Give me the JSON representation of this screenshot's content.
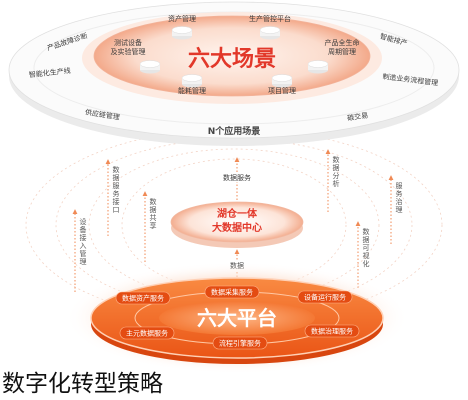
{
  "diagram": {
    "top_platform": {
      "title": "六大场景",
      "labels": [
        "资产管理",
        "生产管控平台",
        "测试设备",
        "及实验管理",
        "产品全生命",
        "周期管理",
        "产品故障诊断",
        "智能排产",
        "智能化生产线",
        "制造业务流程管理",
        "能耗管理",
        "项目管理",
        "供应链管理",
        "碳交易"
      ],
      "rim_label": "N个应用场景"
    },
    "middle": {
      "upper_arrow_label": "数据服务",
      "title_line1": "湖仓一体",
      "title_line2": "大数据中心",
      "lower_arrow_label": "数据"
    },
    "side_labels": {
      "left": [
        "设备接入管理",
        "数据服务接口",
        "数据共享"
      ],
      "right": [
        "数据分析",
        "服务治理",
        "数据可视化"
      ]
    },
    "bottom_platform": {
      "title": "六大平台",
      "services": [
        "数据资产服务",
        "数据采集服务",
        "设备运行服务",
        "数据治理服务",
        "流程引擎服务",
        "主元数据服务"
      ]
    },
    "caption": "数字化转型策略"
  },
  "colors": {
    "accent_red": "#e2382a",
    "platform_orange": "#f26a24",
    "background": "#ffffff"
  }
}
